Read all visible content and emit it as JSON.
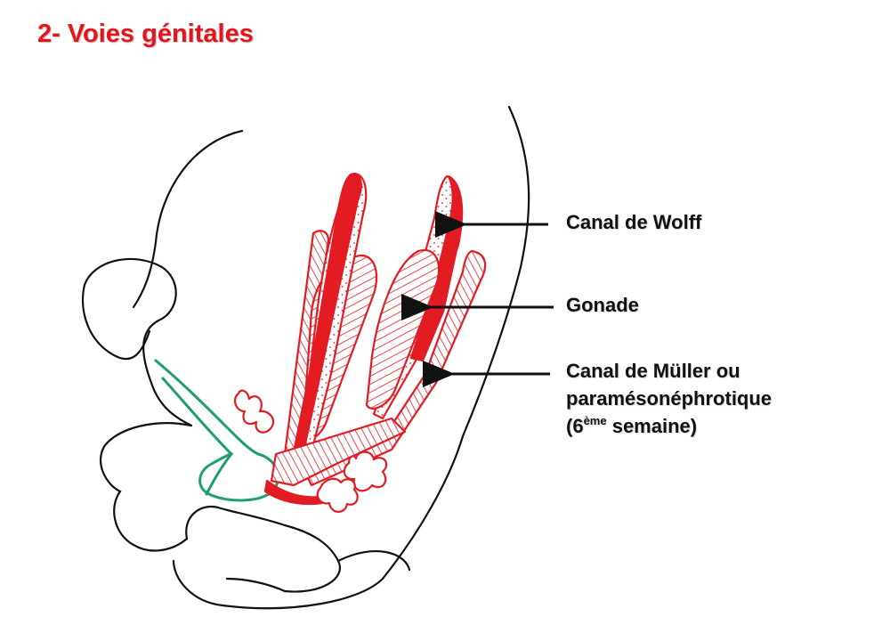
{
  "slide": {
    "title": "2- Voies génitales"
  },
  "labels": {
    "wolff": "Canal de Wolff",
    "gonade": "Gonade",
    "muller": {
      "line1": "Canal de Müller ou",
      "line2": "paramésonéphrotique",
      "line3_open": "(6",
      "line3_sup": "ème",
      "line3_rest": " semaine)"
    }
  },
  "colors": {
    "title": "#e8141c",
    "duct_red": "#e31b23",
    "urinary_green": "#1e9e6e",
    "outline": "#111111"
  }
}
